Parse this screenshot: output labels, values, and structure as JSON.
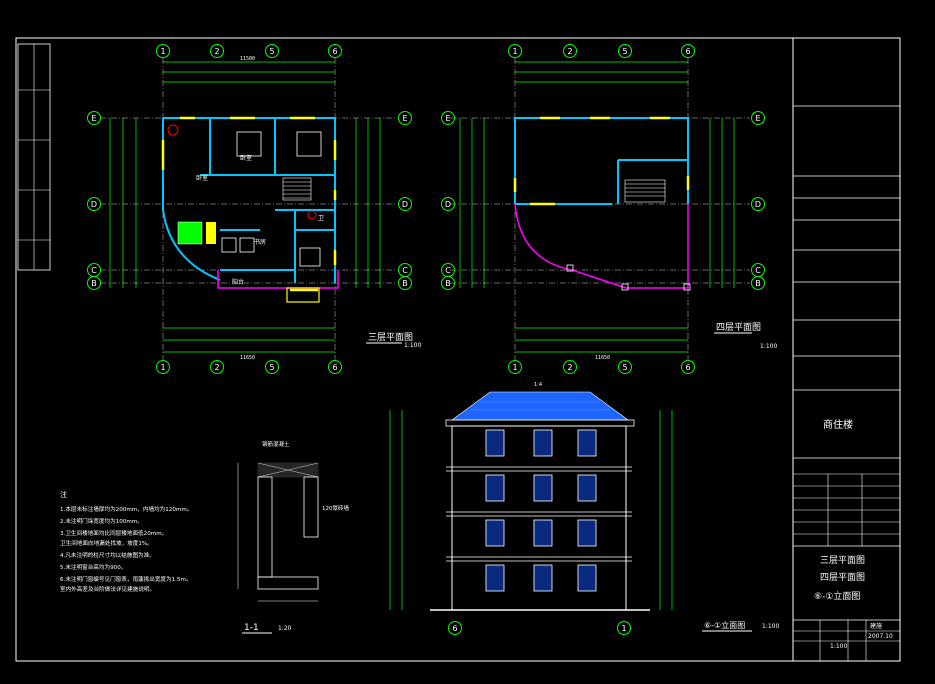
{
  "drawing": {
    "plan3_title": "三层平面图",
    "plan3_scale": "1:100",
    "plan4_title": "四层平面图",
    "plan4_scale": "1:100",
    "section_title": "1-1",
    "section_scale": "1:20",
    "elevation_title": "⑥-①立面图",
    "elevation_scale": "1:100"
  },
  "grid_axes": {
    "columns": [
      "1",
      "2",
      "5",
      "6"
    ],
    "rows": [
      "E",
      "D",
      "C",
      "B"
    ]
  },
  "plan3_dims": {
    "overall": "11500",
    "bottom_overall": "11650"
  },
  "plan4_dims": {
    "overall": "11650"
  },
  "plan3_rooms": {
    "master_bedroom": "卧室",
    "study": "书房",
    "bath": "卫",
    "bedroom": "卧室",
    "balcony": "阳台"
  },
  "elevation_labels": {
    "roof_label": "1:4"
  },
  "notes": {
    "heading": "注",
    "items": [
      "1.本层未标注墙厚均为200mm，内墙均为120mm。",
      "2.未注明门垛宽度均为100mm。",
      "3.卫生间楼地面均比同层楼地面低20mm。",
      "  卫生间地面向地漏处找坡，坡度1%。",
      "4.凡未注明的柱尺寸均以结施图为准。",
      "5.未注明窗台高均为900。",
      "6.未注明门窗编号见门窗表，雨篷挑出宽度为1.5m。",
      "  室内外高差及台阶做法详见建施说明。"
    ]
  },
  "section_labels": {
    "top": "钢筋混凝土",
    "side": "120厚砖墙"
  },
  "title_block": {
    "project": "商住楼",
    "drawing_list": [
      "三层平面图",
      "四层平面图",
      "⑥-①立面图"
    ],
    "sheet_no": "建施",
    "date": "2007.10",
    "scale": "1:100"
  },
  "colors": {
    "background": "#000000",
    "lines": "#ffffff",
    "grid_circles": "#00ff00",
    "dimensions": "#00ff00",
    "walls": "#00c8ff",
    "stairs_balcony": "#ff00ff",
    "windows": "#ffff00",
    "roof": "#1e64ff"
  }
}
